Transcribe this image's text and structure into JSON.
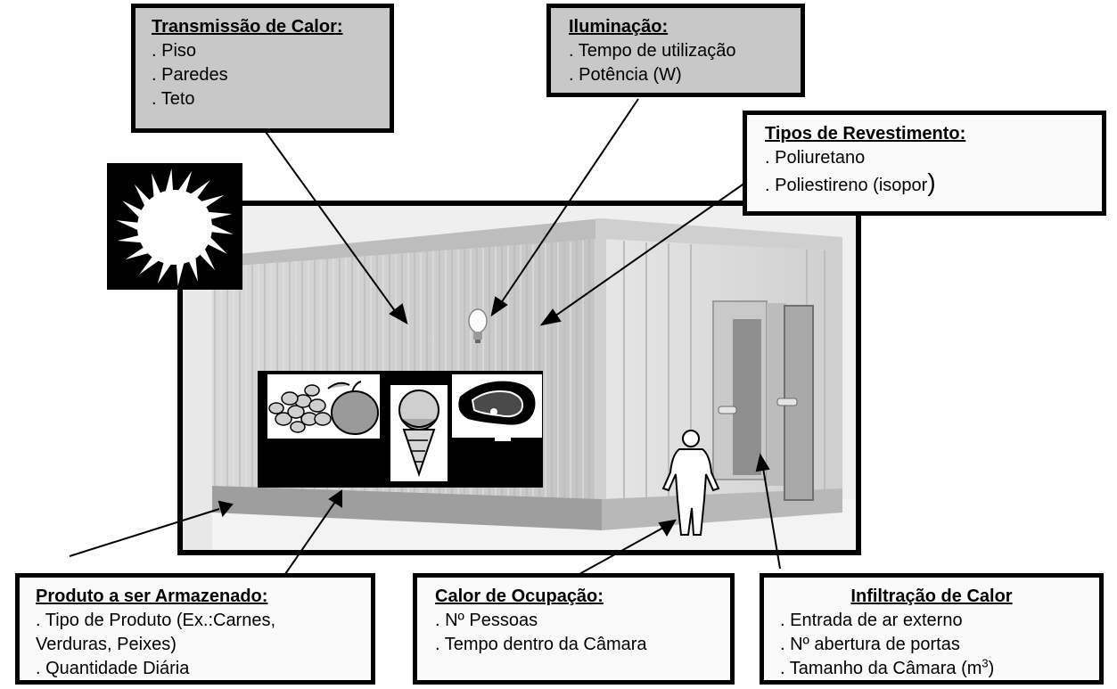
{
  "transmissao": {
    "title": "Transmissão de Calor:",
    "items": [
      ".  Piso",
      ".  Paredes",
      ". Teto"
    ]
  },
  "iluminacao": {
    "title": "Iluminação:",
    "items": [
      ". Tempo de utilização",
      ". Potência (W)"
    ]
  },
  "revestimento": {
    "title": "Tipos de Revestimento:",
    "items": [
      ".  Poliuretano",
      ".  Poliestireno (isopor"
    ],
    "paren": ")"
  },
  "produto": {
    "title": "Produto a ser Armazenado:",
    "items": [
      ".  Tipo de Produto (Ex.:Carnes,",
      "Verduras,  Peixes)",
      ". Quantidade Diária"
    ]
  },
  "ocupacao": {
    "title": "Calor de Ocupação:",
    "items": [
      ". Nº Pessoas",
      ". Tempo dentro da Câmara"
    ]
  },
  "infiltracao": {
    "title": "Infiltração de Calor",
    "items": [
      ".  Entrada de ar externo",
      ".  Nº abertura de portas"
    ],
    "last_item": ".  Tamanho da Câmara (m",
    "last_sup": "3",
    "last_end": ")"
  }
}
